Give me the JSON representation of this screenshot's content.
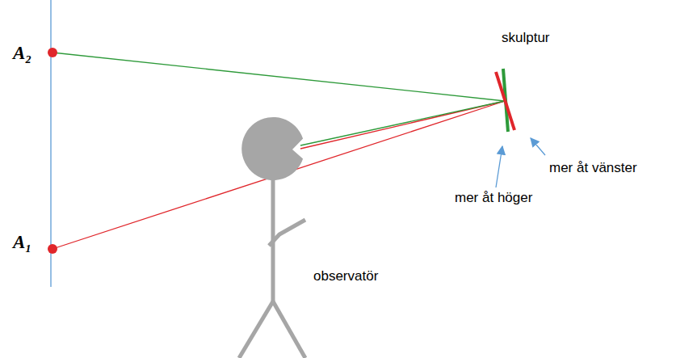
{
  "diagram": {
    "labels": [
      "A₂",
      "A₁",
      "skulptur",
      "mer åt höger",
      "mer åt vänster",
      "observatör"
    ]
  }
}
